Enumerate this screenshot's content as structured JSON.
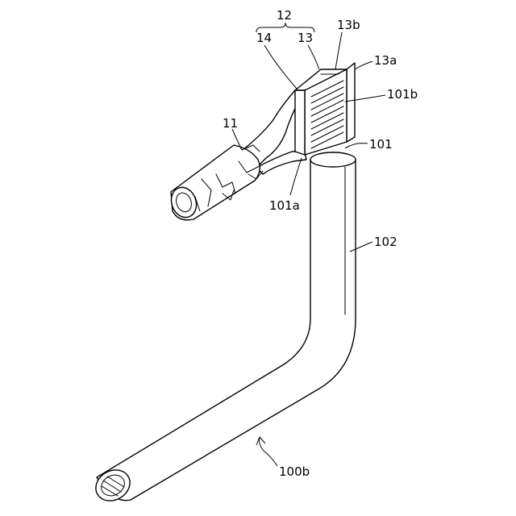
{
  "labels": {
    "l12": "12",
    "l14": "14",
    "l13": "13",
    "l13b": "13b",
    "l13a": "13a",
    "l101b": "101b",
    "l11": "11",
    "l101": "101",
    "l101a": "101a",
    "l102": "102",
    "l100b": "100b"
  }
}
